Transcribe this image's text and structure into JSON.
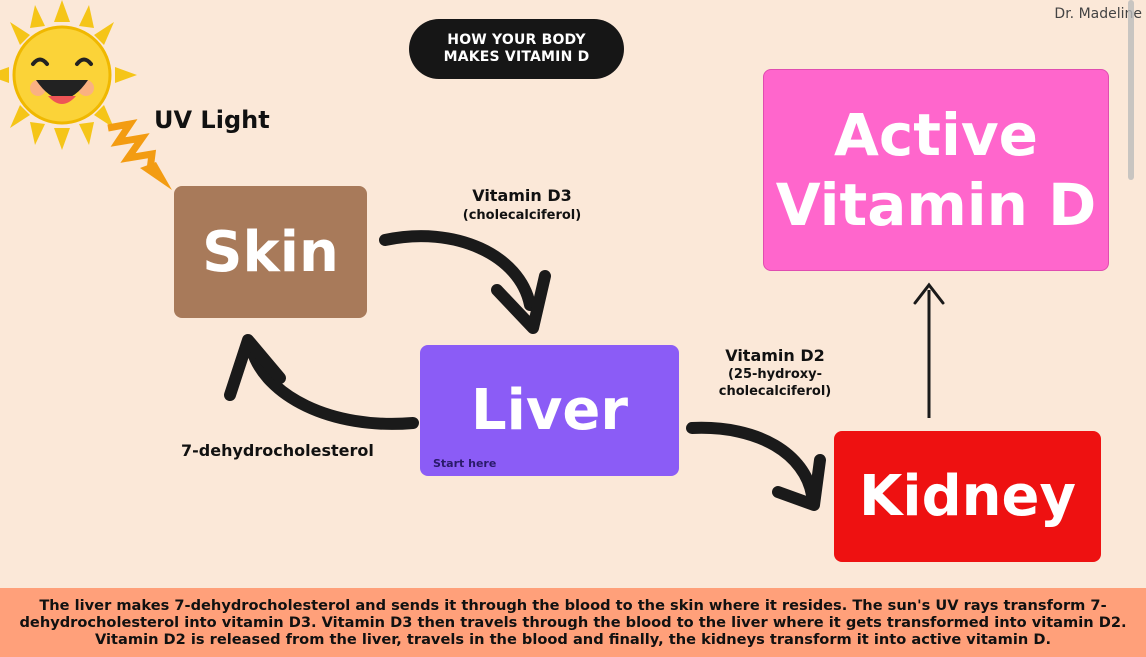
{
  "author": "Dr. Madeline",
  "title": "HOW YOUR BODY\nMAKES VITAMIN D",
  "sun_label": "UV Light",
  "nodes": {
    "skin": "Skin",
    "liver": "Liver",
    "kidney": "Kidney",
    "active": "Active\nVitamin D"
  },
  "start_note": "Start here",
  "labels": {
    "d3_title": "Vitamin D3",
    "d3_sub": "(cholecalciferol)",
    "d2_title": "Vitamin D2",
    "d2_sub": "(25-hydroxy-\ncholecalciferol)",
    "dehydro": "7-dehydrocholesterol"
  },
  "footer": "The liver makes 7-dehydrocholesterol and sends it through the blood to the skin where it resides. The sun's UV rays transform 7-dehydrocholesterol into vitamin D3. Vitamin D3 then travels through the blood to the liver where it gets transformed into vitamin D2. Vitamin D2 is released from the liver, travels in the blood and finally, the kidneys transform it into active vitamin D.",
  "colors": {
    "background": "#fbe8d8",
    "skin": "#a87a5a",
    "liver": "#8b5cf6",
    "kidney": "#ee1111",
    "active": "#ff66cc",
    "footer": "#ffa07a",
    "title_pill": "#161616"
  },
  "icons": [
    "sun-icon",
    "uv-zigzag-icon",
    "arrow-icon"
  ]
}
